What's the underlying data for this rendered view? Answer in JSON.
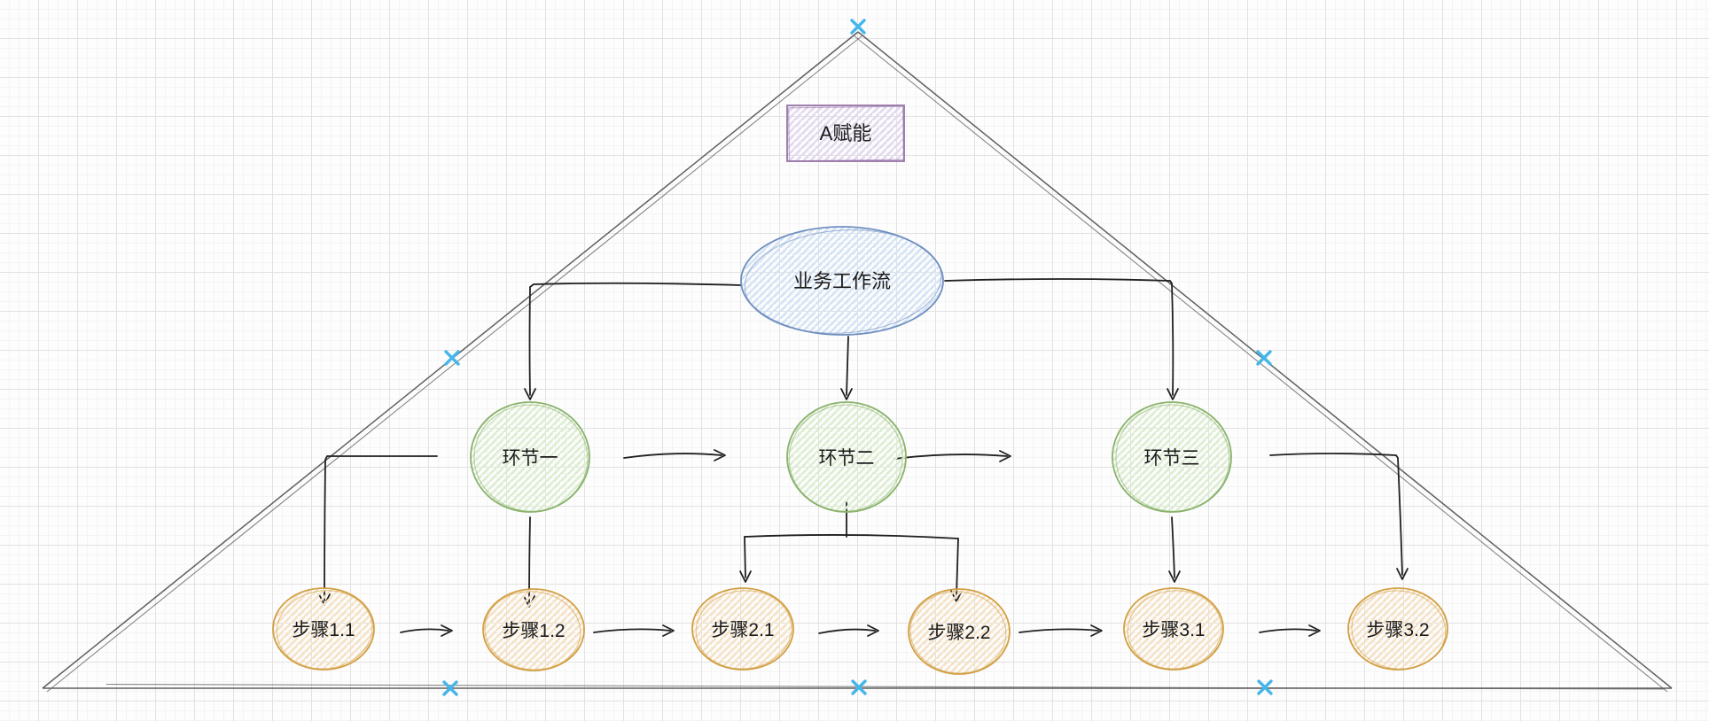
{
  "colors": {
    "purple": "#9673a6",
    "blue": "#6f8fbf",
    "green": "#8ab36d",
    "orange": "#d2a044",
    "connector": "#1f1f1f",
    "triangle": "#5f5f5f",
    "handle": "#45b6ea"
  },
  "nodes": {
    "empower": {
      "label": "A赋能"
    },
    "workflow": {
      "label": "业务工作流"
    },
    "stage1": {
      "label": "环节一"
    },
    "stage2": {
      "label": "环节二"
    },
    "stage3": {
      "label": "环节三"
    },
    "step11": {
      "label": "步骤1.1"
    },
    "step12": {
      "label": "步骤1.2"
    },
    "step21": {
      "label": "步骤2.1"
    },
    "step22": {
      "label": "步骤2.2"
    },
    "step31": {
      "label": "步骤3.1"
    },
    "step32": {
      "label": "步骤3.2"
    }
  }
}
